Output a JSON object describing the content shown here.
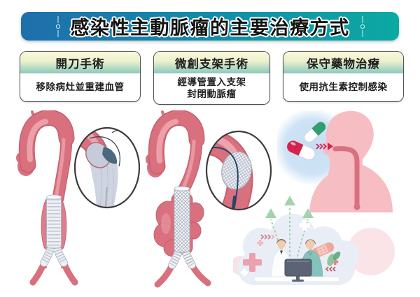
{
  "title": {
    "text": "感染性主動脈瘤的主要治療方式"
  },
  "columns": [
    {
      "header": "開刀手術",
      "description": "移除病灶並重建血管",
      "illustration": "aorta-open-surgery-graft"
    },
    {
      "header": "微創支架手術",
      "description": "經導管置入支架\n封閉動脈瘤",
      "illustration": "aorta-endovascular-stent-graft"
    },
    {
      "header": "保守藥物治療",
      "description": "使用抗生素控制感染",
      "illustration": "antibiotic-capsules-into-body"
    }
  ],
  "icons": {
    "banner_ornaments": "line-dot-divider",
    "bottom_scene": "doctors-consult-computer",
    "decorations": [
      "medical-cross",
      "up-arrows",
      "bandage",
      "chevron-dashes",
      "plus-signs"
    ]
  },
  "colors": {
    "banner_left": "#1E6FAD",
    "banner_right": "#0CA9A3",
    "card_header_top": "#FCF9DC",
    "card_header_bottom": "#8BC9BD",
    "card_border": "#4E5456",
    "aorta_pink": "#D9707E",
    "aorta_shadow": "#C4606F",
    "aorta_highlight": "#EFA8B1",
    "graft_white": "#EDEFF4",
    "graft_rib_gray": "#AAB0BF",
    "silhouette_pink": "#F6BDC2",
    "esophagus_pink": "#D97080",
    "capsule_green": "#2F9E72",
    "capsule_red": "#D5224E",
    "glow_blue": "#C6DEF3",
    "scene_cloud": "#E9EDF6",
    "scrubs_teal": "#85C2BA",
    "cross_pink": "#E9A2AE",
    "arrow_green": "#A3D2AE",
    "monitor_slate": "#5B6374"
  }
}
